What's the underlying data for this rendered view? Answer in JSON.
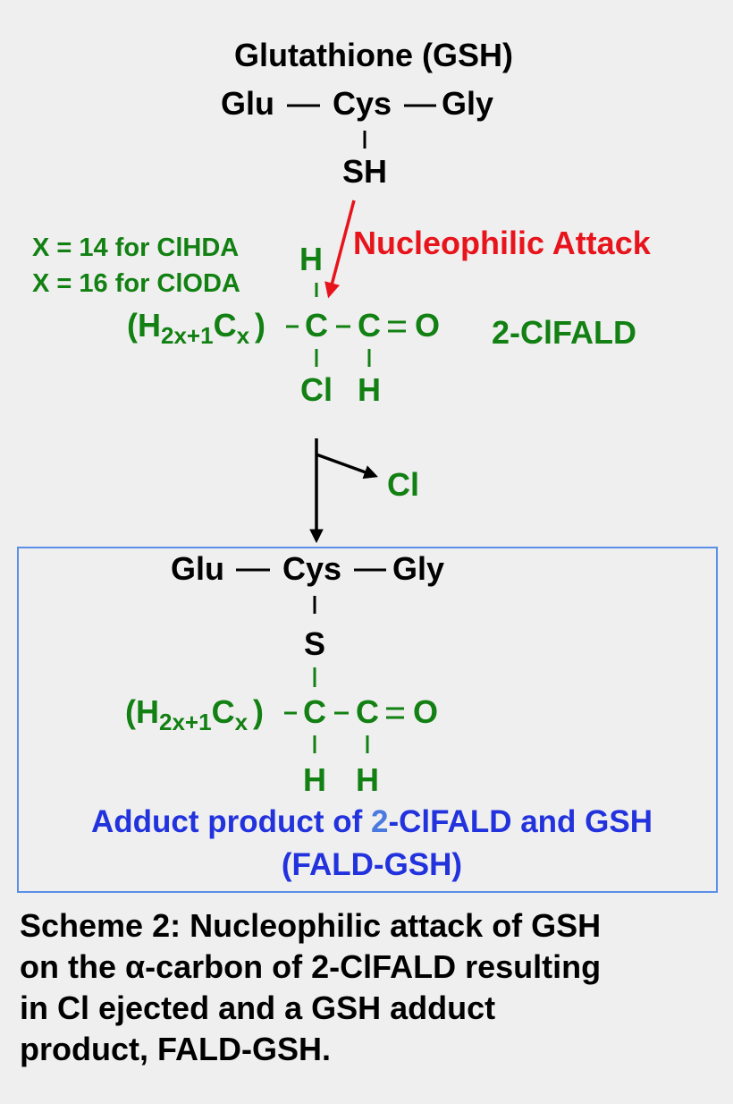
{
  "gsh": {
    "title": "Glutathione (GSH)",
    "glu": "Glu",
    "cys": "Cys",
    "gly": "Gly",
    "sh": "SH",
    "s": "S"
  },
  "attack_label": "Nucleophilic Attack",
  "x_notes": [
    "X = 14 for ClHDA",
    "X = 16 for ClODA"
  ],
  "substrate": {
    "name": "2-ClFALD",
    "chain_open": "(H",
    "chain_sub1": "2x+1",
    "chain_c": "C",
    "chain_sub2": "x",
    "chain_close": ")",
    "c1": "C",
    "c2": "C",
    "o": "O",
    "h_top": "H",
    "cl": "Cl",
    "h_bottom": "H"
  },
  "leaving_group": "Cl",
  "product": {
    "h1": "H",
    "h2": "H",
    "label_line1_pre": "Adduct product of ",
    "label_line1_2": "2",
    "label_line1_post": "-ClFALD and GSH",
    "label_line2": "(FALD-GSH)"
  },
  "caption": [
    "Scheme 2: Nucleophilic attack of GSH",
    "on the α-carbon of 2-ClFALD resulting",
    "in Cl ejected and a GSH adduct",
    "product, FALD-GSH."
  ],
  "colors": {
    "green": "#128012",
    "red": "#e8141c",
    "blue": "#2233dd",
    "box": "#5b8fe8",
    "black": "#000000"
  }
}
